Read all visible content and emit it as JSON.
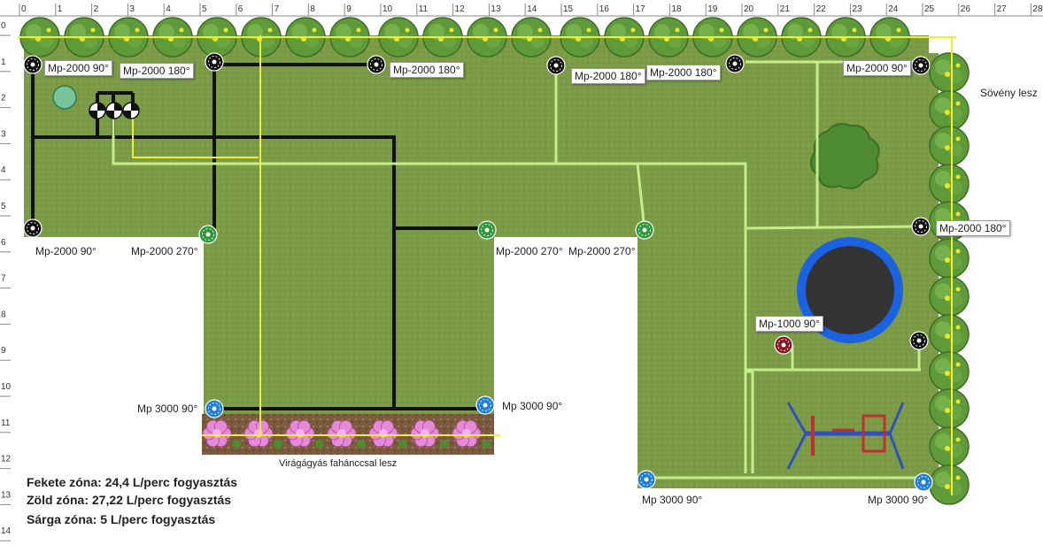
{
  "ruler": {
    "x_ticks": [
      "0",
      "1",
      "2",
      "3",
      "4",
      "5",
      "6",
      "7",
      "8",
      "9",
      "10",
      "11",
      "12",
      "13",
      "14",
      "15",
      "16",
      "17",
      "18",
      "19",
      "20",
      "21",
      "22",
      "23",
      "24",
      "25",
      "26",
      "27",
      "28"
    ],
    "y_ticks": [
      "0",
      "1",
      "2",
      "3",
      "4",
      "5",
      "6",
      "7",
      "8",
      "9",
      "10",
      "11",
      "12",
      "13",
      "14"
    ]
  },
  "colors": {
    "lawn": "#7a9a45",
    "black_zone": "#111111",
    "green_zone": "#c4ee8a",
    "yellow_zone": "#f0f02a",
    "hedge": "#5f9a3a",
    "trampoline_ring": "#1b62e0",
    "flowerbed": "#e58ad6"
  },
  "sprinklers": {
    "s1": "Mp-2000 90°",
    "s2": "Mp-2000 180°",
    "s3": "Mp-2000 180°",
    "s4": "Mp-2000 180°",
    "s5": "Mp-2000 180°",
    "s6": "Mp-2000 90°",
    "s7": "Mp-2000 90°",
    "s8": "Mp-2000 270°",
    "s9": "Mp-2000 270°",
    "s10": "Mp-2000 270°",
    "s11": "Mp-2000 180°",
    "s12": "Mp-1000 90°",
    "s13": "Mp 3000 90°",
    "s14": "Mp 3000 90°",
    "s15": "Mp 3000 90°",
    "s16": "Mp 3000 90°"
  },
  "notes": {
    "hedge": "Sövény lesz",
    "flowerbed": "Virágágyás fahánccsal lesz"
  },
  "legend": {
    "black": "Fekete zóna: 24,4 L/perc fogyasztás",
    "green": "Zöld zóna: 27,22 L/perc fogyasztás",
    "yellow": "Sárga zóna: 5 L/perc fogyasztás"
  }
}
